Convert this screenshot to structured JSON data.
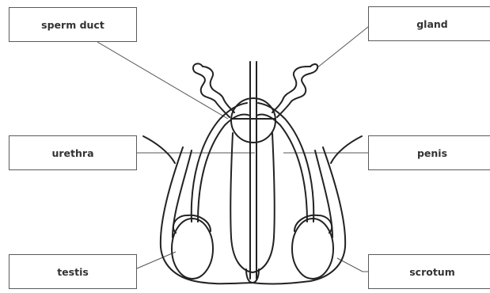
{
  "labels": {
    "sperm_duct": "sperm duct",
    "gland": "gland",
    "urethra": "urethra",
    "penis": "penis",
    "testis": "testis",
    "scrotum": "scrotum"
  },
  "colors": {
    "line": "#222222",
    "leader": "#555555",
    "box_border": "#5a5a5a",
    "text": "#333333",
    "background": "#ffffff"
  }
}
